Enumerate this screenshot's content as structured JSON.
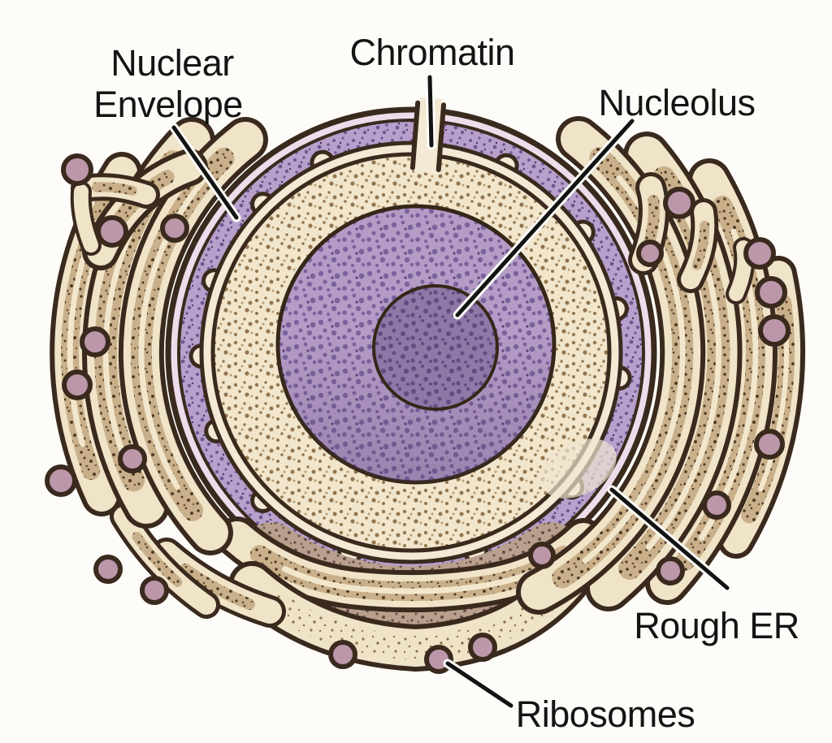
{
  "figure": {
    "type": "biology-diagram",
    "subject": "Cell nucleus with rough endoplasmic reticulum",
    "labels": {
      "nuclear_envelope": {
        "lines": [
          "Nuclear",
          "Envelope"
        ]
      },
      "chromatin": {
        "lines": [
          "Chromatin"
        ]
      },
      "nucleolus": {
        "lines": [
          "Nucleolus"
        ]
      },
      "rough_er": {
        "lines": [
          "Rough ER"
        ]
      },
      "ribosomes": {
        "lines": [
          "Ribosomes"
        ]
      }
    },
    "structures": [
      {
        "name": "Nuclear Envelope",
        "color": "#B7A0CB"
      },
      {
        "name": "Chromatin",
        "color": "#B59CC7"
      },
      {
        "name": "Nucleolus",
        "color": "#8F78A8"
      },
      {
        "name": "Rough ER",
        "color": "#C9B08A"
      },
      {
        "name": "Ribosomes",
        "color": "#BC97AA"
      }
    ],
    "palette": {
      "background": "#FDFCF8",
      "outline": "#3A2A1E",
      "text": "#141414",
      "envelope_pink_band": "#EDDCEA",
      "nucleoplasm_cream": "#F1E6CC",
      "er_cream": "#EFE3C8"
    }
  }
}
